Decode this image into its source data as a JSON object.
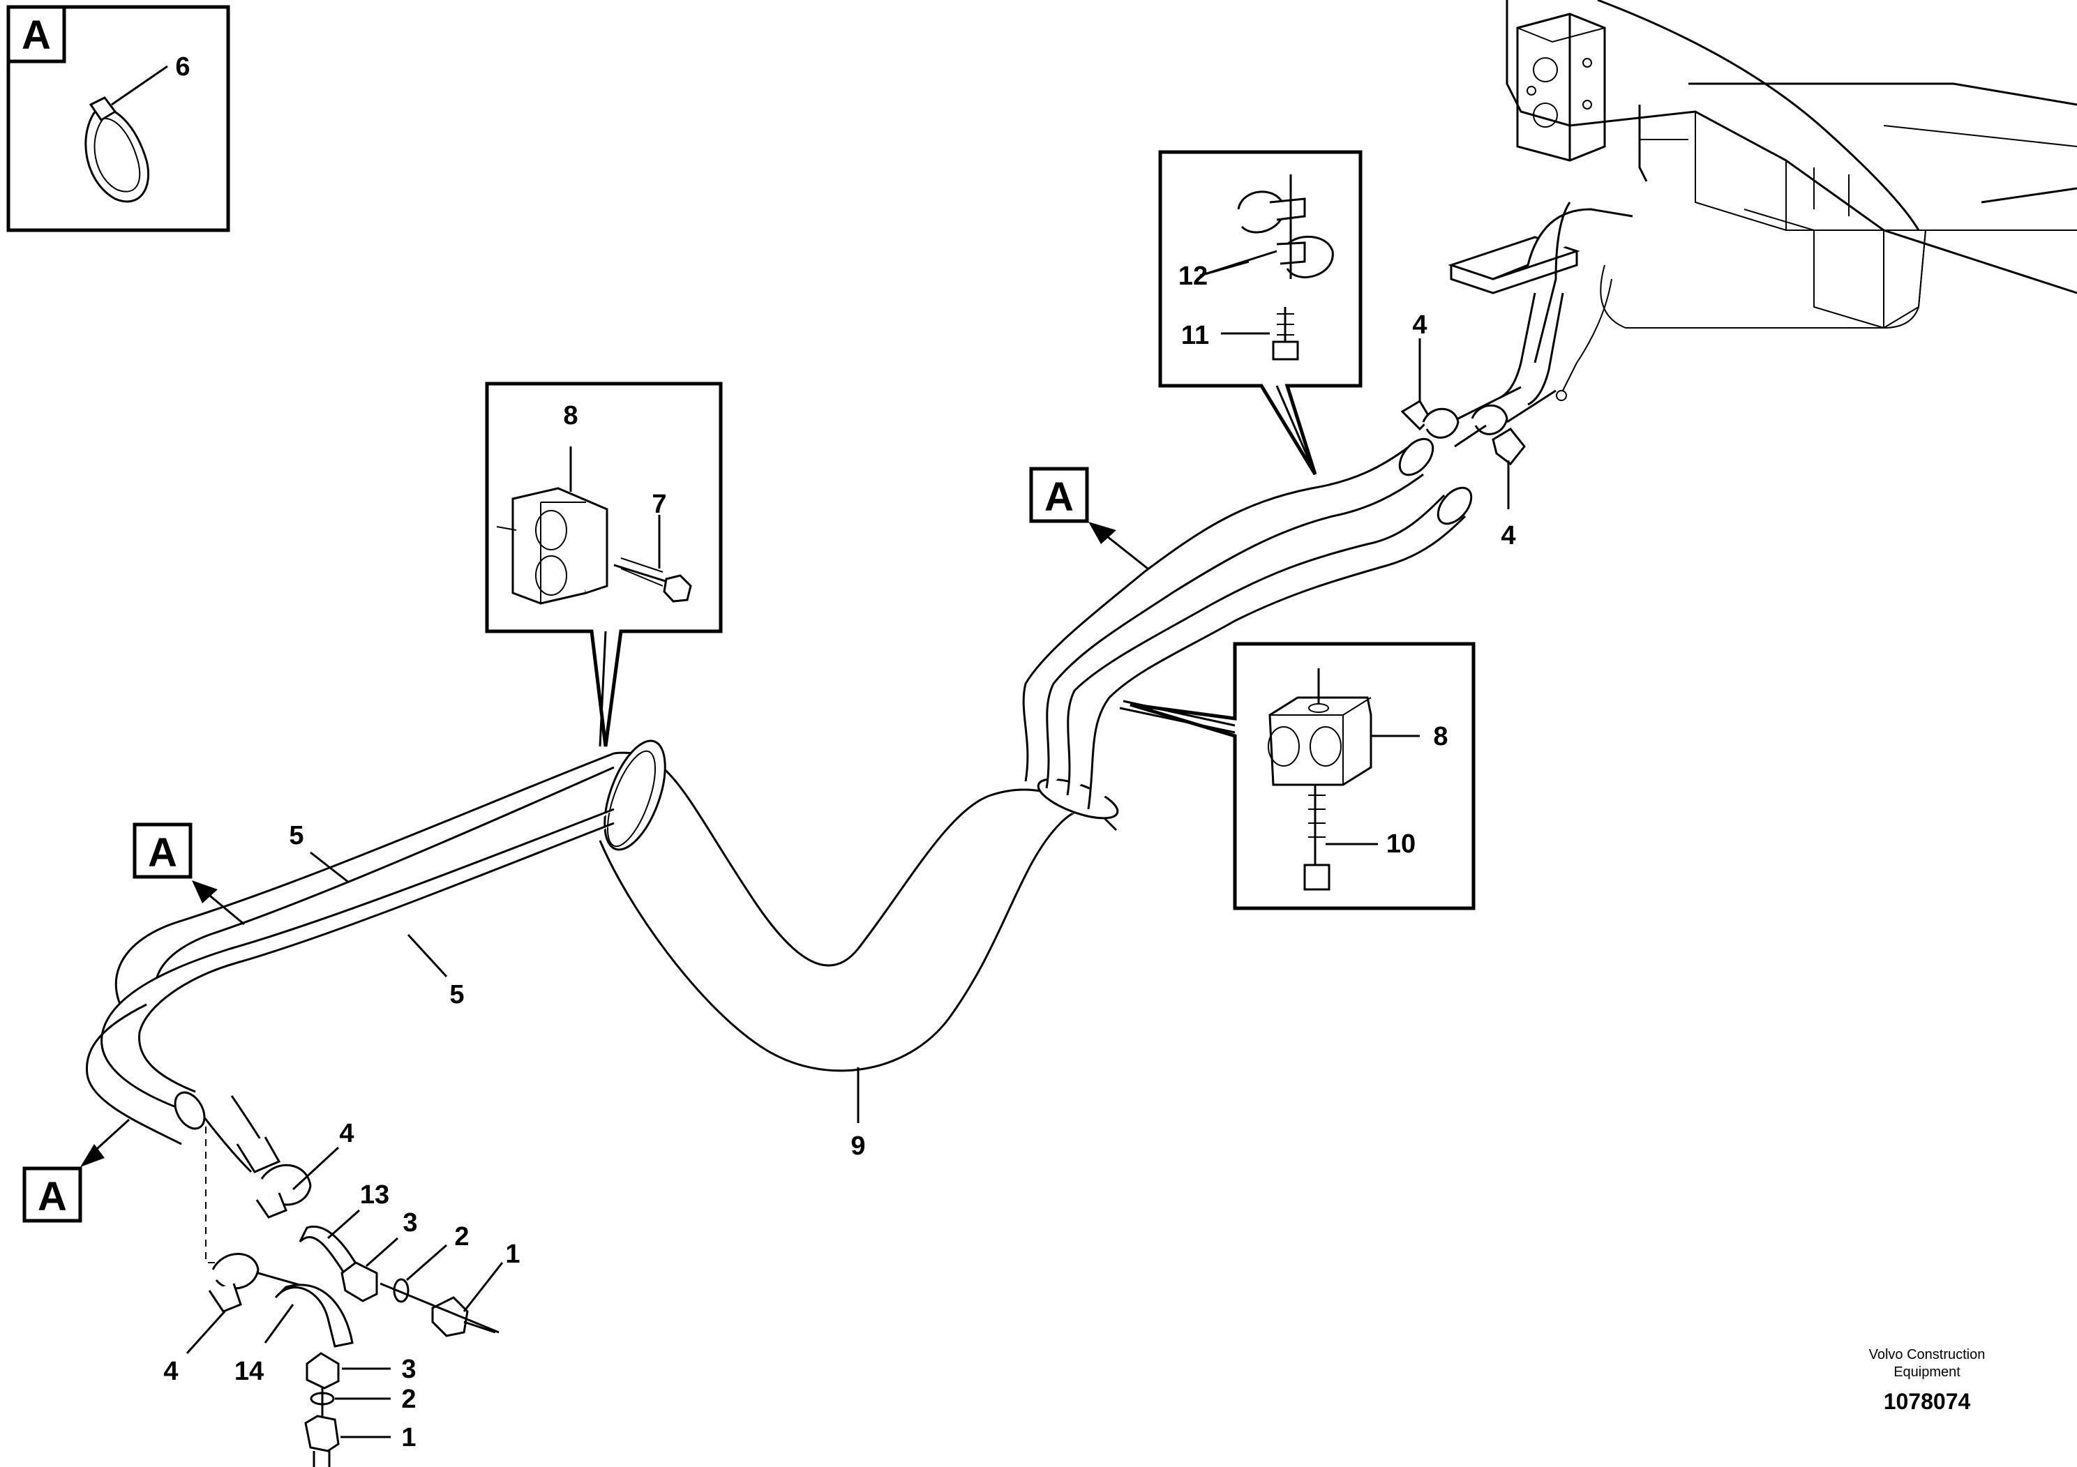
{
  "callouts": {
    "n1a": "1",
    "n1b": "1",
    "n2a": "2",
    "n2b": "2",
    "n3a": "3",
    "n3b": "3",
    "n4a": "4",
    "n4b": "4",
    "n4c": "4",
    "n4d": "4",
    "n5a": "5",
    "n5b": "5",
    "n6": "6",
    "n7": "7",
    "n8a": "8",
    "n8b": "8",
    "n9": "9",
    "n10": "10",
    "n11": "11",
    "n12": "12",
    "n13": "13",
    "n14": "14"
  },
  "view_markers": {
    "a1": "A",
    "a2": "A",
    "a3": "A",
    "a4": "A"
  },
  "footer": {
    "company_line1": "Volvo Construction",
    "company_line2": "Equipment",
    "doc_number": "1078074"
  }
}
